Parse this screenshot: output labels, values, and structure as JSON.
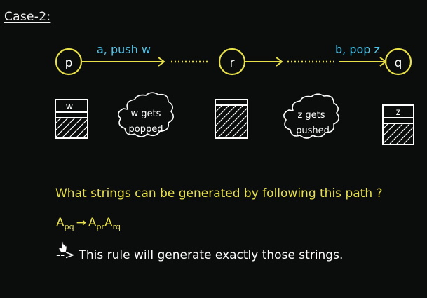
{
  "title": "Case-2:",
  "states": [
    {
      "id": "p",
      "label": "p"
    },
    {
      "id": "r",
      "label": "r"
    },
    {
      "id": "q",
      "label": "q"
    }
  ],
  "transitions": [
    {
      "from": "p",
      "to": "r",
      "label": "a, push w"
    },
    {
      "from": "r",
      "to": "q",
      "label": "b, pop z"
    }
  ],
  "stacks": [
    {
      "top_symbol": "w"
    },
    {
      "top_symbol": ""
    },
    {
      "top_symbol": "z"
    }
  ],
  "clouds": [
    {
      "line1": "w gets",
      "line2": "popped"
    },
    {
      "line1": "z gets",
      "line2": "pushed"
    }
  ],
  "question": "What strings can be generated by following this path ?",
  "rule": {
    "lhs": "A",
    "lhs_sub": "pq",
    "arrow": "→",
    "rhs1": "A",
    "rhs1_sub": "pr",
    "rhs2": "A",
    "rhs2_sub": "rq"
  },
  "note": {
    "prefix": "-->",
    "text": "This rule will generate exactly those strings."
  },
  "colors": {
    "background": "#0b0c0c",
    "state_outline": "#e8e14a",
    "arrow": "#e8e14a",
    "transition_label": "#4fc4e8",
    "drawing_white": "#ffffff",
    "question_text": "#e8e14a"
  }
}
